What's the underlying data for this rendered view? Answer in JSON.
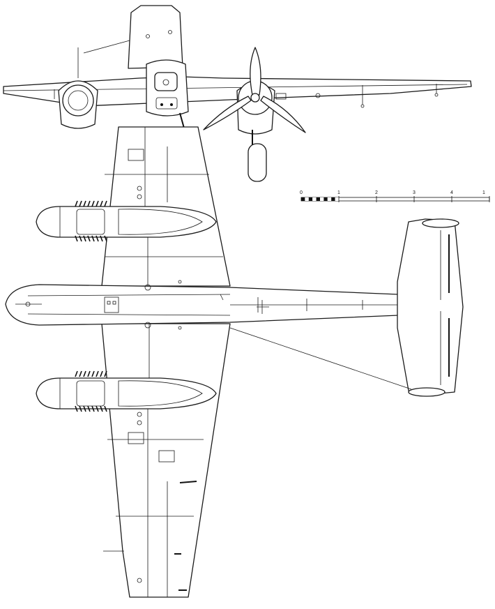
{
  "scale_bar": {
    "ticks": [
      "0",
      "1",
      "2",
      "3",
      "4",
      "1"
    ]
  }
}
